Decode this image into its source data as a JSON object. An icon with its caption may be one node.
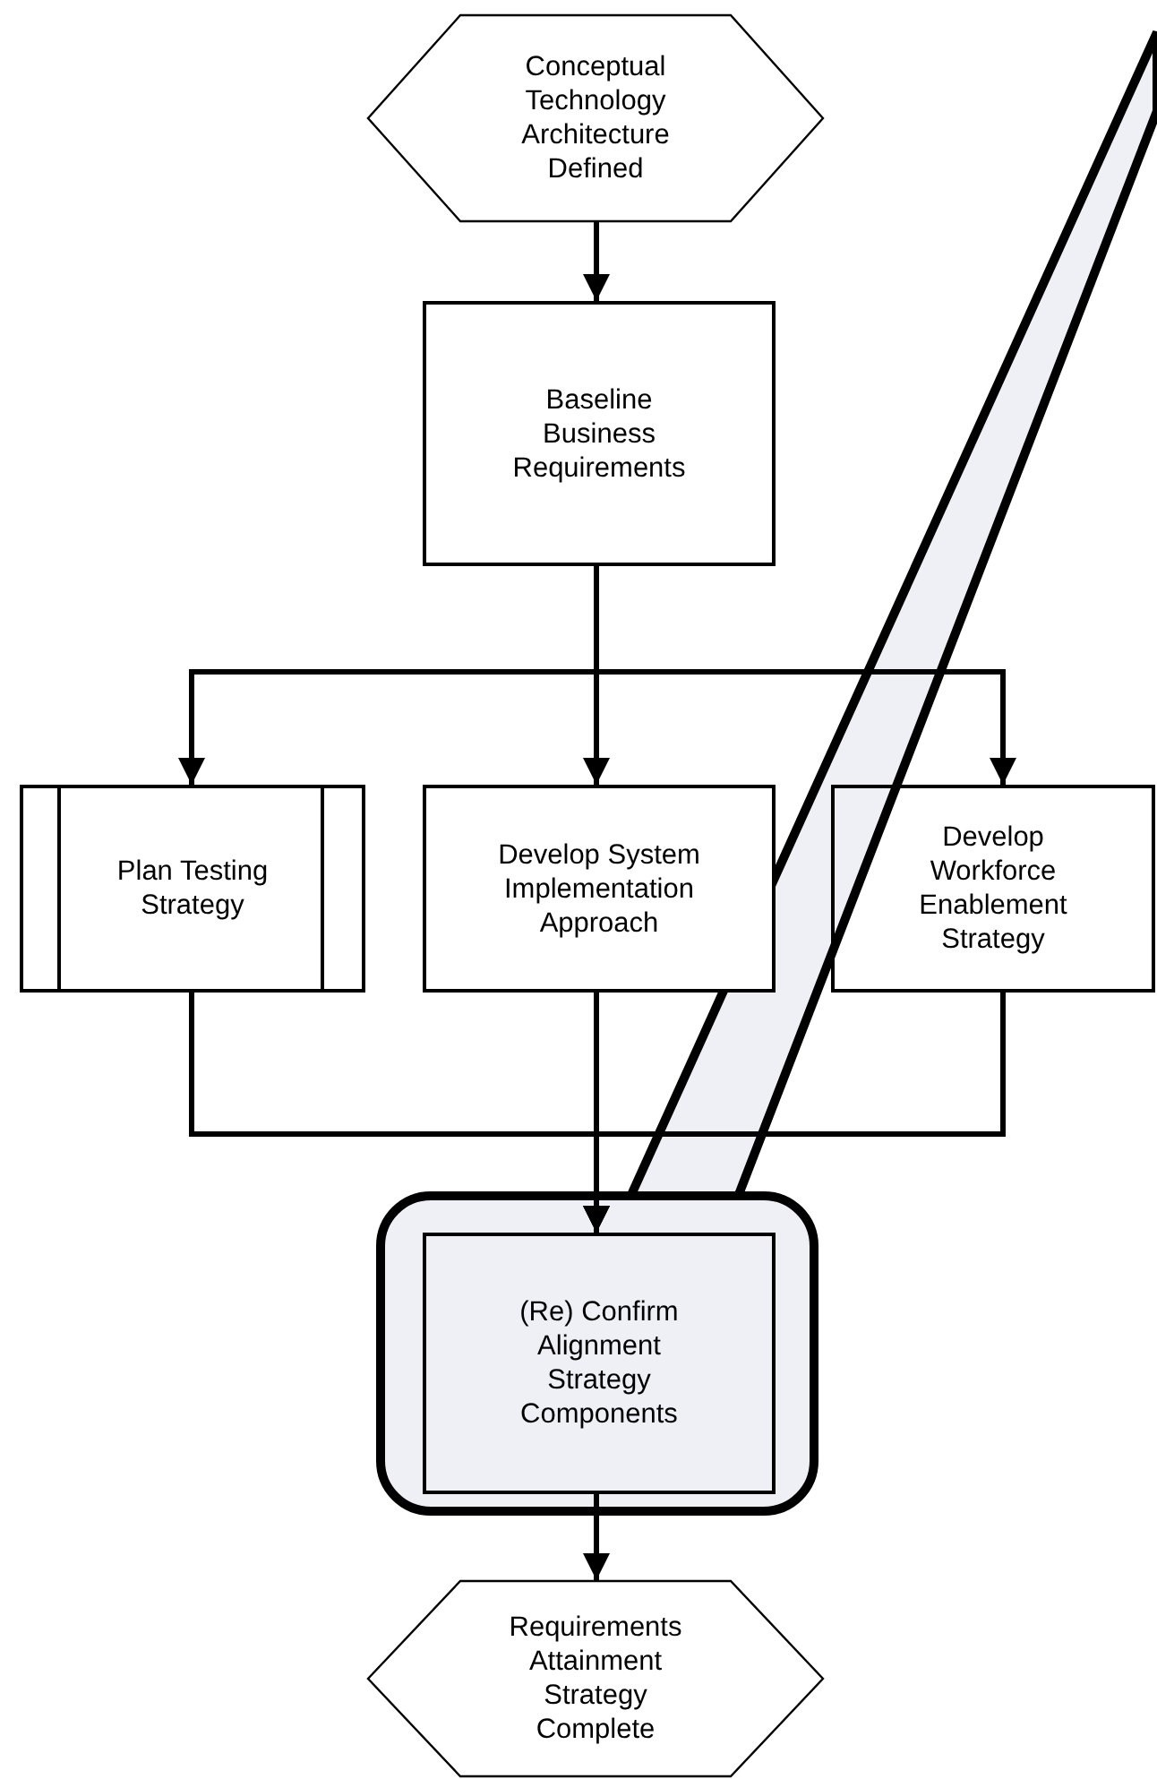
{
  "diagram": {
    "nodes": [
      {
        "text": [
          "Conceptual Technology Architecture Defined"
        ]
      },
      {
        "text": [
          "Baseline Business Requirements"
        ]
      },
      {
        "text": [
          "Plan Testing Strategy"
        ]
      },
      {
        "text": [
          "Develop System Implementation Approach"
        ]
      },
      {
        "text": [
          "Develop Workforce Enablement Strategy"
        ]
      },
      {
        "text": [],
        "shape": "callout"
      },
      {
        "text": [
          "(Re) Confirm Alignment Strategy Components"
        ],
        "in": 5
      },
      {
        "text": [
          "Requirements Attainment Strategy Complete"
        ]
      }
    ],
    "edges": [
      {
        "from": 0,
        "to": 1,
        "arrow": "to"
      },
      {
        "from": 1,
        "to": 2,
        "arrow": "to"
      },
      {
        "from": 1,
        "to": 3,
        "arrow": "to"
      },
      {
        "from": 1,
        "to": 4,
        "arrow": "to"
      },
      {
        "from": 2,
        "to": 6,
        "arrow": "to"
      },
      {
        "from": 3,
        "to": 6,
        "arrow": "to"
      },
      {
        "from": 4,
        "to": 6,
        "arrow": "to"
      },
      {
        "from": 6,
        "to": 7,
        "arrow": "to"
      }
    ]
  }
}
